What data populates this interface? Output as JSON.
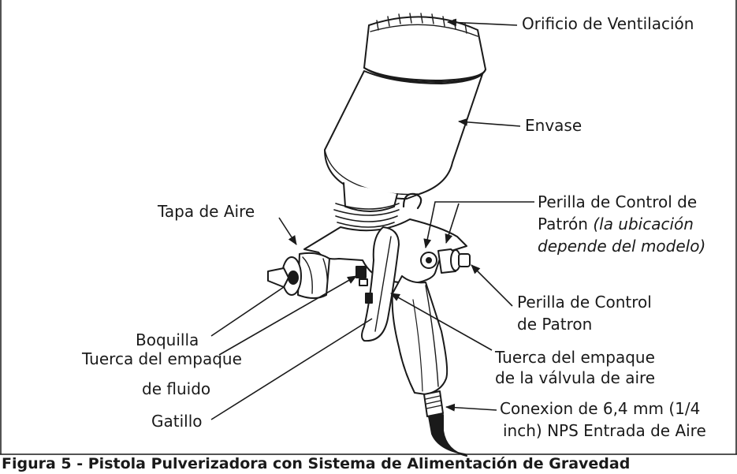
{
  "labels": {
    "vent_hole": "Orificio de Ventilación",
    "cup": "Envase",
    "air_cap": "Tapa de Aire",
    "pattern_knob_line1": "Perilla de Control de",
    "pattern_knob_line2": "Patrón",
    "pattern_knob_note_a": "(la ubicación",
    "pattern_knob_line3": "depende del modelo)",
    "pattern_knob2_line1": "Perilla de Control",
    "pattern_knob2_line2": "de Patron",
    "nozzle": "Boquilla",
    "fluid_nut_line1": "Tuerca del empaque",
    "fluid_nut_line2": "de fluido",
    "air_valve_nut_line1": "Tuerca del empaque",
    "air_valve_nut_line2": "de la válvula de aire",
    "trigger": "Gatillo",
    "inlet_line1": "Conexion de 6,4 mm (1/4",
    "inlet_line2": "inch) NPS Entrada de Aire"
  },
  "caption": "Figura 5 - Pistola Pulverizadora con Sistema de Alimentación de Gravedad"
}
